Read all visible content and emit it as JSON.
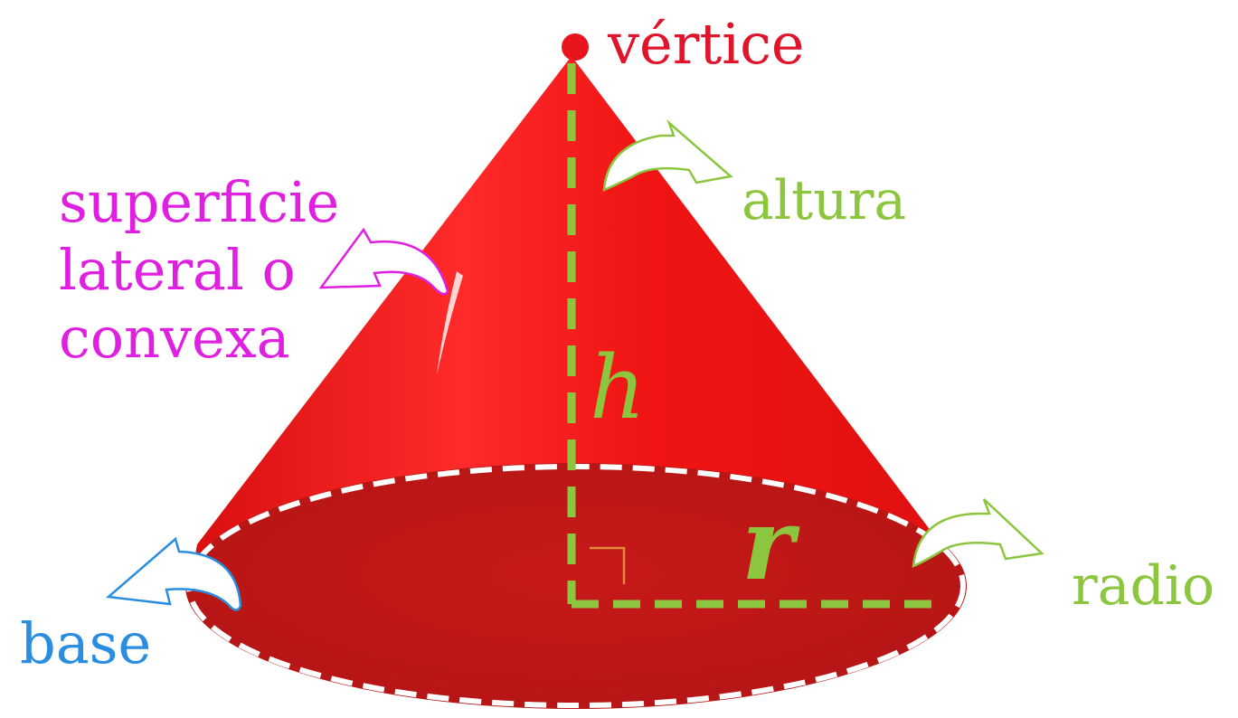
{
  "labels": {
    "vertex": "vértice",
    "height": "altura",
    "lateral_line1": "superficie",
    "lateral_line2": "lateral o",
    "lateral_line3": "convexa",
    "base": "base",
    "radius": "radio",
    "height_symbol": "h",
    "radius_symbol": "r"
  },
  "colors": {
    "cone": "#f01414",
    "cone_dark": "#c81818",
    "base_fill": "#c81d1d",
    "vertex_dot": "#e8141e",
    "vertex_label": "#e0142a",
    "height_green": "#8cc63e",
    "lateral_magenta": "#e020e0",
    "base_blue": "#2a8ee0",
    "dash_white": "#ffffff"
  },
  "icons": {
    "height_arrow": "curved-arrow-icon",
    "lateral_arrow": "curved-arrow-icon",
    "base_arrow": "curved-arrow-icon",
    "radius_arrow": "curved-arrow-icon",
    "right_angle": "right-angle-icon"
  }
}
